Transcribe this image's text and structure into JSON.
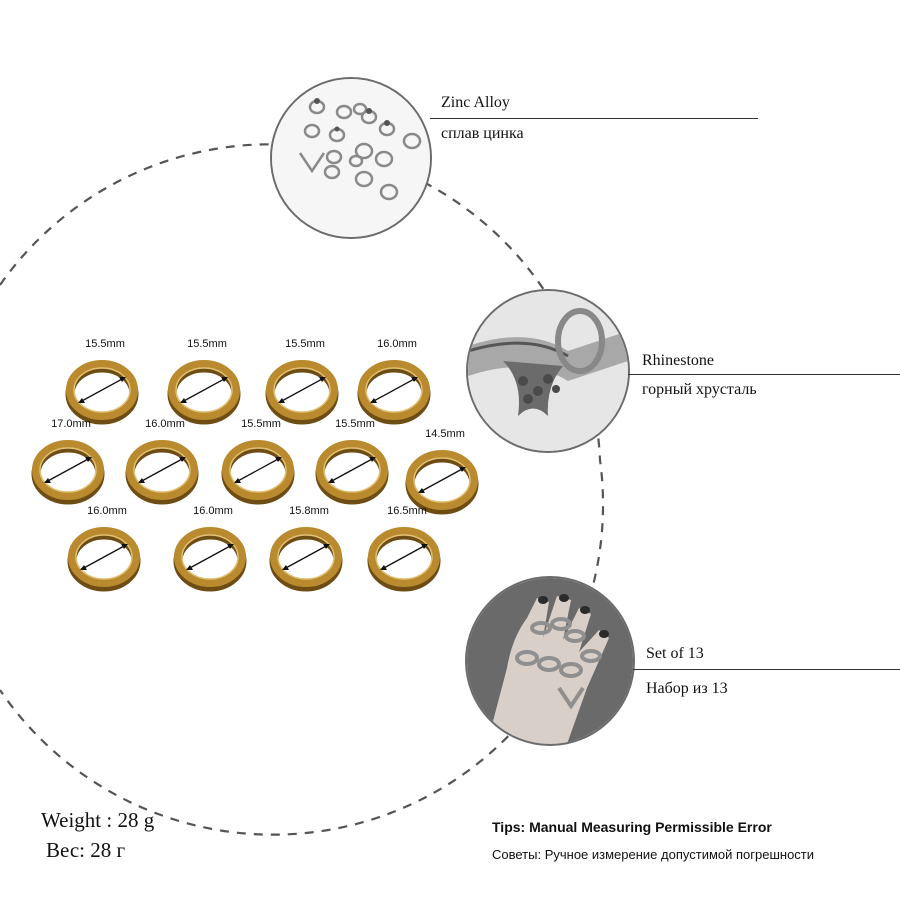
{
  "features": [
    {
      "name": "zinc-alloy",
      "label_en": "Zinc Alloy",
      "label_ru": "сплав цинка"
    },
    {
      "name": "rhinestone",
      "label_en": "Rhinestone",
      "label_ru": "горный хрусталь"
    },
    {
      "name": "set",
      "label_en": "Set of 13",
      "label_ru": "Набор из 13"
    }
  ],
  "rings": [
    {
      "size": "15.5mm"
    },
    {
      "size": "15.5mm"
    },
    {
      "size": "15.5mm"
    },
    {
      "size": "16.0mm"
    },
    {
      "size": "17.0mm"
    },
    {
      "size": "16.0mm"
    },
    {
      "size": "15.5mm"
    },
    {
      "size": "15.5mm"
    },
    {
      "size": "14.5mm"
    },
    {
      "size": "16.0mm"
    },
    {
      "size": "16.0mm"
    },
    {
      "size": "15.8mm"
    },
    {
      "size": "16.5mm"
    }
  ],
  "weight": {
    "en": "Weight : 28 g",
    "ru": "Вес: 28 г"
  },
  "tips": {
    "en": "Tips: Manual Measuring Permissible Error",
    "ru": "Советы: Ручное измерение допустимой погрешности"
  },
  "colors": {
    "gold": "#b98a2e",
    "gold_dark": "#6e4d14",
    "silver": "#9a9a9a",
    "dashed": "#555555"
  }
}
